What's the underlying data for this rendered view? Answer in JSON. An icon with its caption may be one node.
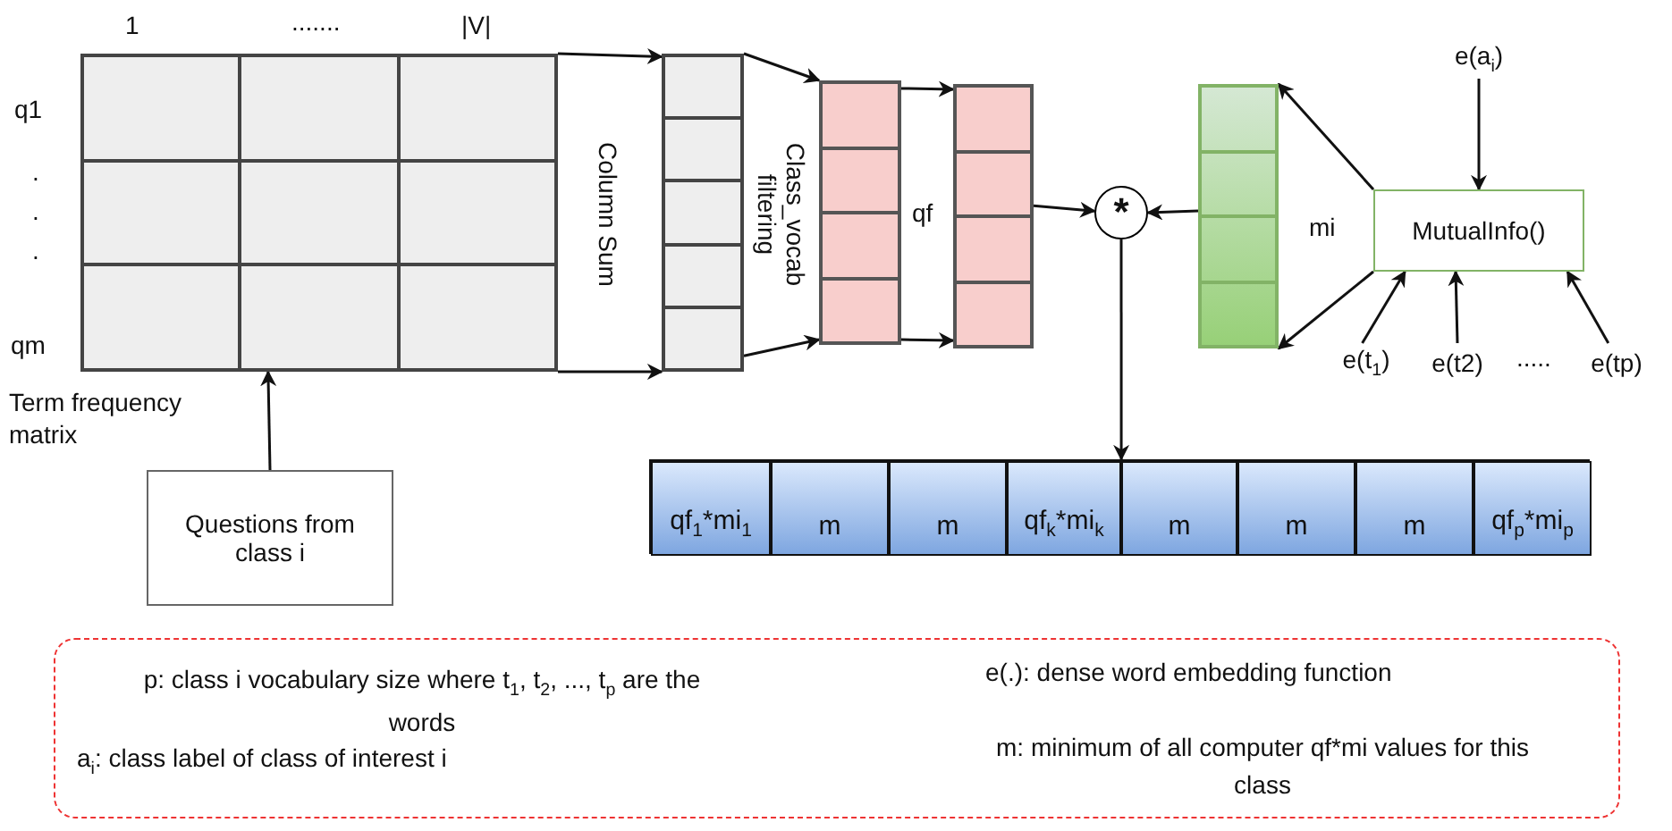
{
  "diagram": {
    "nodes": [
      {
        "text": [],
        "shape": "box",
        "beside": [
          "Term frequency matrix"
        ]
      },
      {
        "text": [],
        "shape": "bar"
      },
      {
        "text": [],
        "shape": "bar"
      },
      {
        "text": [],
        "shape": "bar"
      },
      {
        "text": [
          "*"
        ]
      },
      {
        "text": [],
        "shape": "bar",
        "beside": [
          "mi"
        ]
      },
      {
        "text": [
          "MutualInfo()"
        ]
      },
      {
        "text": [
          "e(a$_{i}$)"
        ]
      },
      {
        "text": [
          "e(t$_{1}$)"
        ]
      },
      {
        "text": [
          "e(t2)"
        ]
      },
      {
        "text": [
          "e(tp)"
        ]
      },
      {
        "text": [
          "Questions from class i"
        ]
      },
      {
        "text": [],
        "shape": "bar"
      },
      {
        "text": [
          "qf$_{1}$*mi$_{1}$"
        ],
        "in": 12
      },
      {
        "text": [
          "m"
        ],
        "in": 12
      },
      {
        "text": [
          "m"
        ],
        "in": 12
      },
      {
        "text": [
          "qf$_{k}$*mi$_{k}$"
        ],
        "in": 12
      },
      {
        "text": [
          "m"
        ],
        "in": 12
      },
      {
        "text": [
          "m"
        ],
        "in": 12
      },
      {
        "text": [
          "m"
        ],
        "in": 12
      },
      {
        "text": [
          "qf$_{p}$*mi$_{p}$"
        ],
        "in": 12
      },
      {
        "text": [
          "p: class i vocabulary size where t$_{1}$, t$_{2}$, ..., t$_{p}$ are the words",
          "a$_{i}$: class label of class of interest i",
          "e(.): dense word embedding function",
          "m: minimum of all computer qf*mi values for this class"
        ]
      }
    ],
    "edges": [
      {
        "from": 0,
        "to": 1,
        "arrow": "to"
      },
      {
        "from": 0,
        "to": 1,
        "arrow": "to"
      },
      {
        "from": 1,
        "to": 2,
        "arrow": "to"
      },
      {
        "from": 1,
        "to": 2,
        "arrow": "to"
      },
      {
        "from": 2,
        "to": 3,
        "arrow": "to"
      },
      {
        "from": 2,
        "to": 3,
        "arrow": "to"
      },
      {
        "from": 3,
        "to": 4,
        "arrow": "to"
      },
      {
        "from": 5,
        "to": 4,
        "arrow": "to"
      },
      {
        "from": 6,
        "to": 5,
        "arrow": "to"
      },
      {
        "from": 6,
        "to": 5,
        "arrow": "to"
      },
      {
        "from": 7,
        "to": 6,
        "arrow": "to"
      },
      {
        "from": 8,
        "to": 6,
        "arrow": "to"
      },
      {
        "from": 9,
        "to": 6,
        "arrow": "to"
      },
      {
        "from": 10,
        "to": 6,
        "arrow": "to"
      },
      {
        "from": 11,
        "to": 0,
        "arrow": "to"
      },
      {
        "from": 4,
        "to": 12,
        "arrow": "to"
      }
    ],
    "labels": [
      "1",
      ".......",
      "|V|",
      "q1",
      ".",
      ".",
      ".",
      "qm",
      "Column Sum",
      "Class_vocab filtering",
      "qf",
      "....."
    ]
  }
}
